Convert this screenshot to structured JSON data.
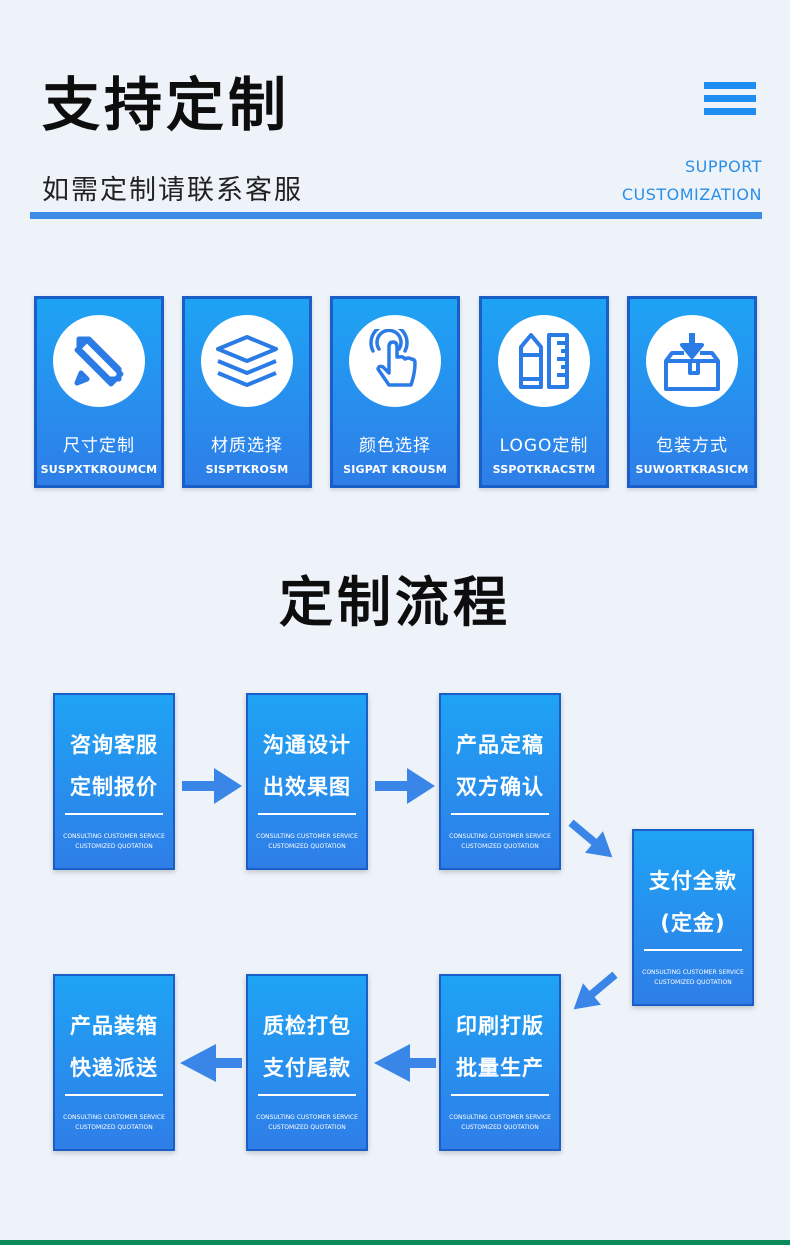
{
  "header": {
    "title": "支持定制",
    "subtitle": "如需定制请联系客服",
    "en_line1": "SUPPORT",
    "en_line2": "CUSTOMIZATION",
    "menu_icon": "menu-icon"
  },
  "features": [
    {
      "label": "尺寸定制",
      "sub": "SUSPXTKROUMCM",
      "icon": "ruler-pencil-icon"
    },
    {
      "label": "材质选择",
      "sub": "SISPTKROSM",
      "icon": "layers-icon"
    },
    {
      "label": "颜色选择",
      "sub": "SIGPAT KROUSM",
      "icon": "touch-icon"
    },
    {
      "label": "LOGO定制",
      "sub": "SSPOTKRACSTM",
      "icon": "pencil-ruler-icon"
    },
    {
      "label": "包装方式",
      "sub": "SUWORTKRASICM",
      "icon": "box-icon"
    }
  ],
  "process": {
    "title": "定制流程",
    "steps": [
      {
        "line1": "咨询客服",
        "line2": "定制报价",
        "sub1": "CONSULTING CUSTOMER SERVICE",
        "sub2": "CUSTOMIZED QUOTATION"
      },
      {
        "line1": "沟通设计",
        "line2": "出效果图",
        "sub1": "CONSULTING CUSTOMER SERVICE",
        "sub2": "CUSTOMIZED QUOTATION"
      },
      {
        "line1": "产品定稿",
        "line2": "双方确认",
        "sub1": "CONSULTING CUSTOMER SERVICE",
        "sub2": "CUSTOMIZED QUOTATION"
      },
      {
        "line1": "支付全款",
        "line2": "(定金)",
        "sub1": "CONSULTING CUSTOMER SERVICE",
        "sub2": "CUSTOMIZED QUOTATION"
      },
      {
        "line1": "印刷打版",
        "line2": "批量生产",
        "sub1": "CONSULTING CUSTOMER SERVICE",
        "sub2": "CUSTOMIZED QUOTATION"
      },
      {
        "line1": "质检打包",
        "line2": "支付尾款",
        "sub1": "CONSULTING CUSTOMER SERVICE",
        "sub2": "CUSTOMIZED QUOTATION"
      },
      {
        "line1": "产品装箱",
        "line2": "快递派送",
        "sub1": "CONSULTING CUSTOMER SERVICE",
        "sub2": "CUSTOMIZED QUOTATION"
      }
    ]
  },
  "colors": {
    "accent": "#2f7ee8",
    "card_top": "#1ea3f4",
    "arrow": "#3a86e8"
  }
}
